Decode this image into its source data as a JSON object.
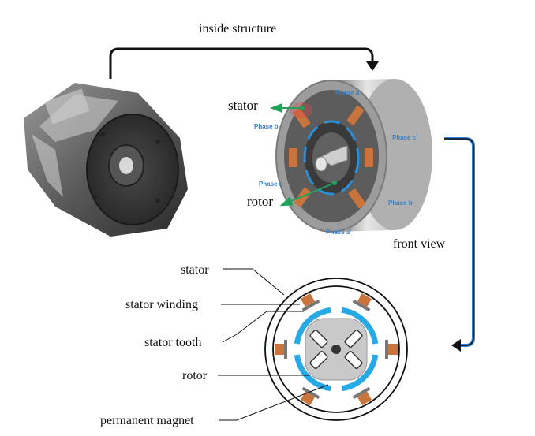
{
  "titles": {
    "inside_structure": "inside structure",
    "front_view": "front view"
  },
  "motor_3d": {
    "stator_label": "stator",
    "rotor_label": "rotor",
    "phases": [
      "Phase a",
      "Phase b'",
      "Phase c'",
      "Phase c",
      "Phase b",
      "Phase a'"
    ]
  },
  "front_view_labels": {
    "stator": "stator",
    "stator_winding": "stator winding",
    "stator_tooth": "stator tooth",
    "rotor": "rotor",
    "permanent_magnet": "permanent magnet"
  },
  "colors": {
    "flow_arrow": "#111111",
    "front_view_arrow": "#2e7fd6",
    "pointer_arrow": "#22a05a",
    "winding": "#c8743c",
    "magnet": "#27a9e6",
    "phase_text": "#3a7fc4"
  }
}
